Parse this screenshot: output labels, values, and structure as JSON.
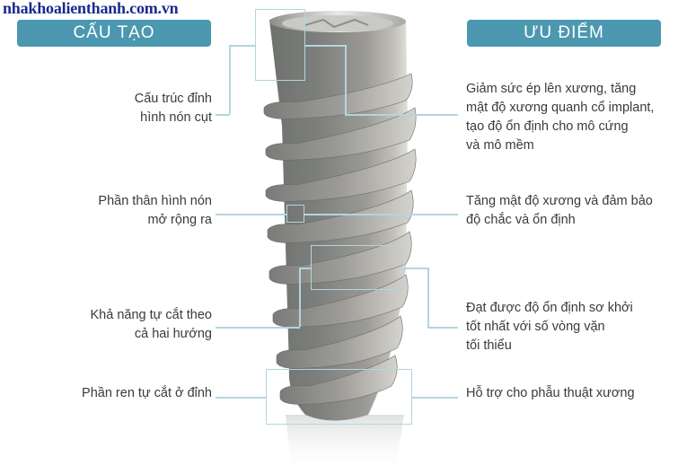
{
  "watermark": "nhakhoalienthanh.com.vn",
  "headers": {
    "left": "CẤU TẠO",
    "right": "ƯU ĐIỂM"
  },
  "colors": {
    "header_bg": "#4b98b0",
    "header_text": "#ffffff",
    "watermark": "#1a2a8e",
    "callout_line": "#b4d4e0",
    "label_text": "#3a3a3a",
    "implant_metal": "#8a8a86"
  },
  "structure_labels": [
    {
      "text": "Cấu trúc đỉnh\nhình nón cụt"
    },
    {
      "text": "Phần thân hình nón\nmở rộng ra"
    },
    {
      "text": "Khả năng tự cắt theo\ncả hai hướng"
    },
    {
      "text": "Phần ren tự cắt ở đỉnh"
    }
  ],
  "advantage_labels": [
    {
      "text": "Giảm sức ép lên xương, tăng\nmật độ xương quanh cổ implant,\ntạo độ ổn định cho mô cứng\nvà mô mềm"
    },
    {
      "text": "Tăng mật độ xương và đảm bảo\nđộ chắc và ổn định"
    },
    {
      "text": "Đạt được độ ổn định sơ khởi\ntốt nhất với số vòng vặn\ntối thiểu"
    },
    {
      "text": "Hỗ trợ cho phẫu thuật xương"
    }
  ],
  "image": {
    "subject": "dental-implant-screw"
  }
}
